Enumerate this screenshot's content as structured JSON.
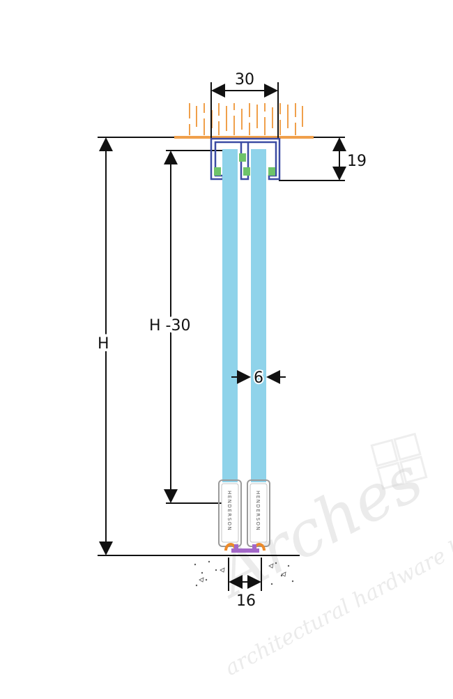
{
  "dimensions": {
    "top_width": "30",
    "track_height": "19",
    "overall_height": "H",
    "panel_height": "H -30",
    "glass_gap": "6",
    "bottom_width": "16"
  },
  "brand_text": "HENDERSON",
  "watermark": {
    "main": "Arches",
    "sub": "architectural hardware ltd."
  },
  "colors": {
    "glass": "#8fd3ea",
    "ceiling": "#f0a04b",
    "track": "#3b4ba3",
    "guide_green": "#6ec36a",
    "roller": "#ec8a2a",
    "floor_guide": "#a368c8"
  },
  "icons": {
    "watermark_logo": "window-grid-icon"
  }
}
